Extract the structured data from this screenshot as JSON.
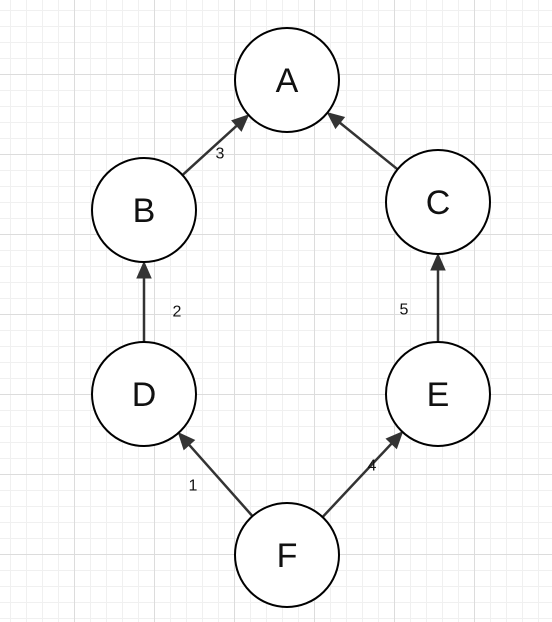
{
  "graph": {
    "nodes": [
      {
        "id": "A",
        "label": "A"
      },
      {
        "id": "B",
        "label": "B"
      },
      {
        "id": "C",
        "label": "C"
      },
      {
        "id": "D",
        "label": "D"
      },
      {
        "id": "E",
        "label": "E"
      },
      {
        "id": "F",
        "label": "F"
      }
    ],
    "edges": [
      {
        "from": "B",
        "to": "A",
        "weight": "3"
      },
      {
        "from": "C",
        "to": "A",
        "weight": ""
      },
      {
        "from": "D",
        "to": "B",
        "weight": "2"
      },
      {
        "from": "E",
        "to": "C",
        "weight": "5"
      },
      {
        "from": "F",
        "to": "D",
        "weight": "1"
      },
      {
        "from": "F",
        "to": "E",
        "weight": "4"
      }
    ]
  },
  "colors": {
    "node_stroke": "#000000",
    "node_fill": "#ffffff",
    "edge": "#333333",
    "grid": "#dcdcdc"
  }
}
